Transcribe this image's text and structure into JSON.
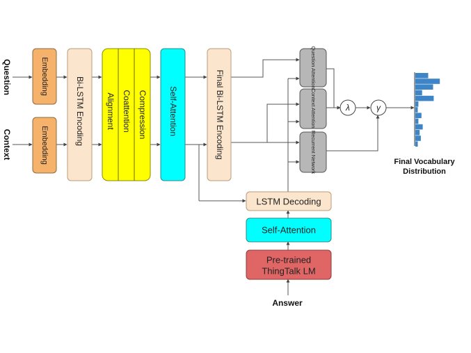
{
  "inputs": {
    "question": "Question",
    "context": "Context",
    "answer": "Answer"
  },
  "blocks": {
    "embedding_question": "Embedding",
    "embedding_context": "Embedding",
    "bilstm_encoding": "Bi-LSTM Encoding",
    "alignment": "Alignment",
    "coattention": "Coattention",
    "compression": "Compression",
    "self_attention_encoder": "Self-Attention",
    "final_bilstm_encoding": "Final Bi-LSTM Encoding",
    "question_attention": "Question Attention",
    "context_attention": "Context Attention",
    "recurrent_network": "Recurrent Network",
    "lstm_decoding": "LSTM Decoding",
    "self_attention_decoder": "Self-Attention",
    "pretrained_lm_line1": "Pre-trained",
    "pretrained_lm_line2": "ThingTalk LM"
  },
  "operators": {
    "lambda": "λ",
    "gamma": "γ"
  },
  "output": {
    "line1": "Final Vocabulary",
    "line2": "Distribution",
    "histogram_values": [
      0.42,
      0.8,
      0.58,
      0.22,
      0.6,
      0.1,
      0.08,
      0.2,
      0.1,
      0.24,
      0.14,
      0.18,
      0.08
    ]
  },
  "colors": {
    "embedding": "#f6b26b",
    "bilstm": "#fce5cd",
    "coattention": "#ffff00",
    "self_attention": "#00ffff",
    "attention_module": "#b7b7b7",
    "lm": "#e06666",
    "histogram": "#3d85c6"
  }
}
